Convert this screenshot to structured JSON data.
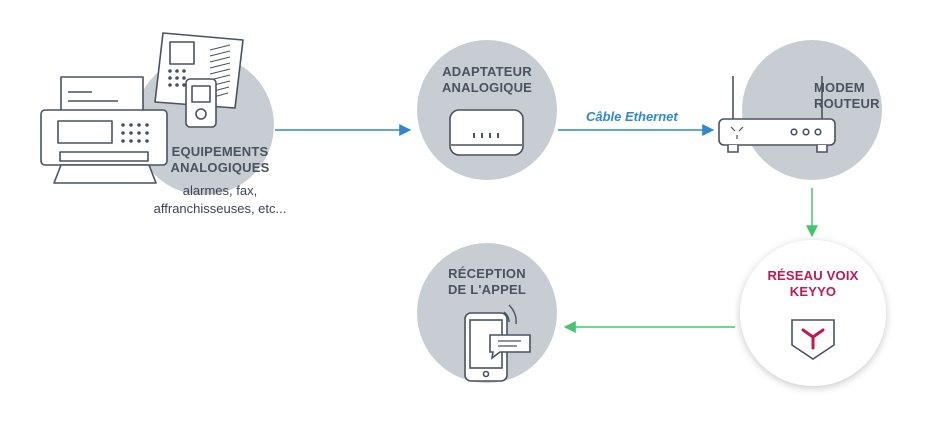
{
  "nodes": {
    "equipements": {
      "title_line1": "EQUIPEMENTS",
      "title_line2": "ANALOGIQUES",
      "sub_line1": "alarmes, fax,",
      "sub_line2": "affranchisseuses, etc..."
    },
    "adaptateur": {
      "title_line1": "ADAPTATEUR",
      "title_line2": "ANALOGIQUE"
    },
    "modem": {
      "title_line1": "MODEM",
      "title_line2": "ROUTEUR"
    },
    "reseau": {
      "title_line1": "RÉSEAU VOIX",
      "title_line2": "KEYYO"
    },
    "reception": {
      "title_line1": "RÉCEPTION",
      "title_line2": "DE L'APPEL"
    }
  },
  "links": {
    "cable_label": "Câble Ethernet"
  },
  "colors": {
    "circle_fill": "#c8cdd3",
    "line": "#4a5260",
    "arrow_blue": "#2f88cf",
    "arrow_green": "#46c56e",
    "keyyo_red": "#c2184f"
  }
}
